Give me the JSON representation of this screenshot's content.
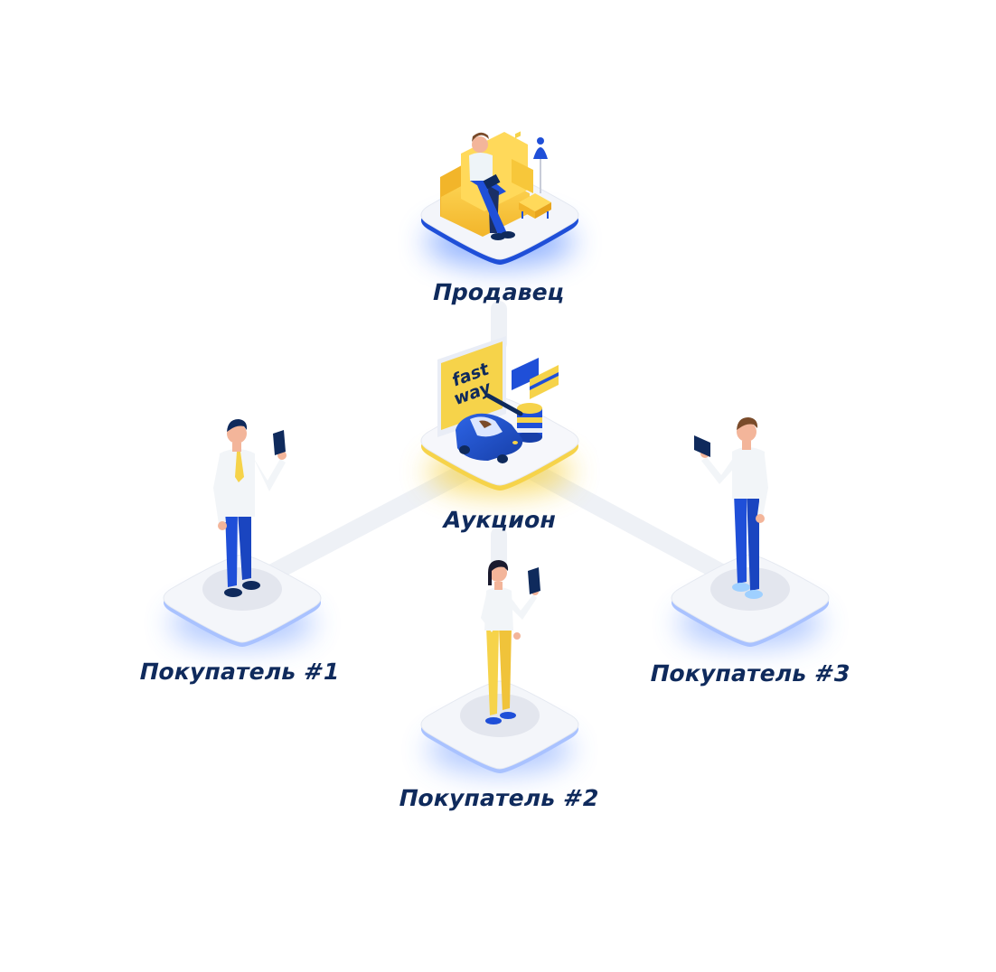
{
  "colors": {
    "navy": "#0f2a5c",
    "royal_blue": "#1f4fd8",
    "brand_yellow": "#f6d34a",
    "platform_top": "#f3f5fa",
    "connector": "#eef1f6"
  },
  "nodes": {
    "seller": {
      "label": "Продавец",
      "icon": "seller-on-sofa-illustration",
      "glow": "blue"
    },
    "auction": {
      "label": "Аукцион",
      "icon": "auction-car-gavel-illustration",
      "glow": "yellow",
      "sign_text": [
        "fast",
        "way"
      ]
    },
    "buyer_1": {
      "label": "Покупатель #1",
      "icon": "buyer-man-tie-illustration",
      "glow": "blue"
    },
    "buyer_2": {
      "label": "Покупатель #2",
      "icon": "buyer-woman-illustration",
      "glow": "blue"
    },
    "buyer_3": {
      "label": "Покупатель #3",
      "icon": "buyer-man-casual-illustration",
      "glow": "blue"
    }
  }
}
